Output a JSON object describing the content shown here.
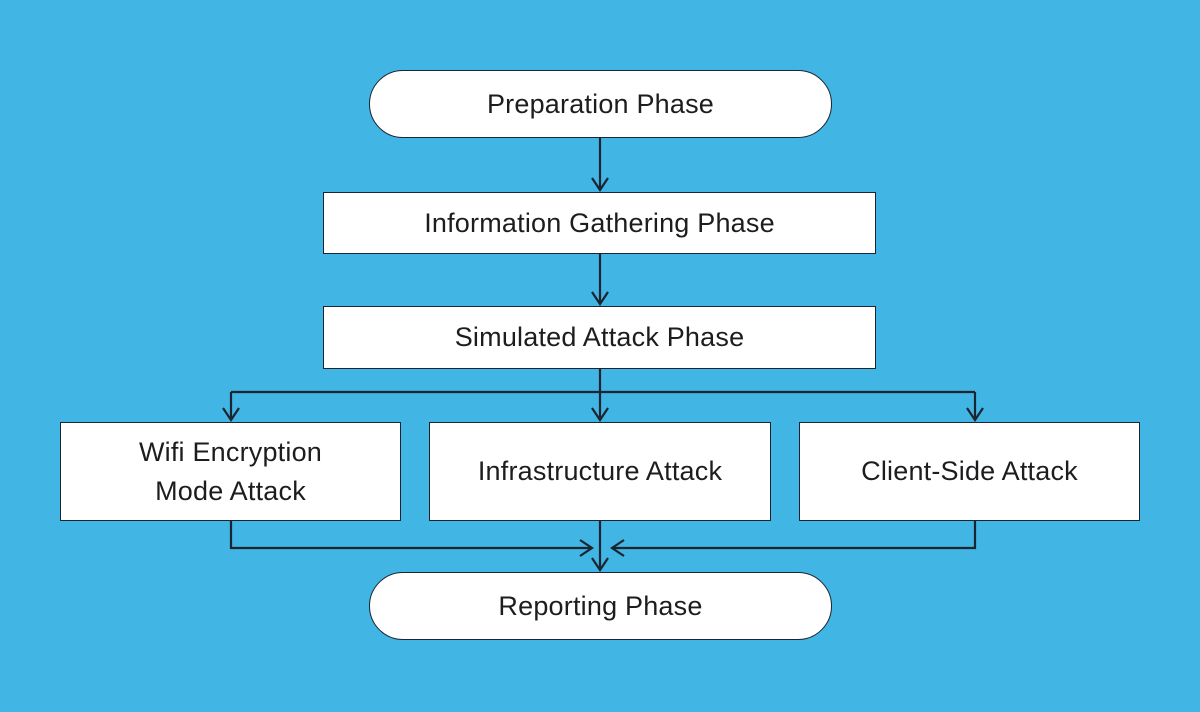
{
  "colors": {
    "background": "#41B5E3",
    "node_fill": "#FFFFFF",
    "line": "#1B2430",
    "text": "#1D1D1F"
  },
  "nodes": [
    {
      "id": "preparation-phase",
      "shape": "pill",
      "lines": [
        "Preparation Phase"
      ]
    },
    {
      "id": "information-gathering-phase",
      "shape": "rect",
      "lines": [
        "Information Gathering Phase"
      ]
    },
    {
      "id": "simulated-attack-phase",
      "shape": "rect",
      "lines": [
        "Simulated Attack Phase"
      ]
    },
    {
      "id": "wifi-encryption-mode-attack",
      "shape": "rect",
      "lines": [
        "Wifi Encryption",
        "Mode Attack"
      ]
    },
    {
      "id": "infrastructure-attack",
      "shape": "rect",
      "lines": [
        "Infrastructure Attack"
      ]
    },
    {
      "id": "client-side-attack",
      "shape": "rect",
      "lines": [
        "Client-Side Attack"
      ]
    },
    {
      "id": "reporting-phase",
      "shape": "pill",
      "lines": [
        "Reporting Phase"
      ]
    }
  ],
  "edges": [
    {
      "from": "preparation-phase",
      "to": "information-gathering-phase"
    },
    {
      "from": "information-gathering-phase",
      "to": "simulated-attack-phase"
    },
    {
      "from": "simulated-attack-phase",
      "to": "wifi-encryption-mode-attack"
    },
    {
      "from": "simulated-attack-phase",
      "to": "infrastructure-attack"
    },
    {
      "from": "simulated-attack-phase",
      "to": "client-side-attack"
    },
    {
      "from": "wifi-encryption-mode-attack",
      "to": "reporting-phase"
    },
    {
      "from": "infrastructure-attack",
      "to": "reporting-phase"
    },
    {
      "from": "client-side-attack",
      "to": "reporting-phase"
    }
  ]
}
